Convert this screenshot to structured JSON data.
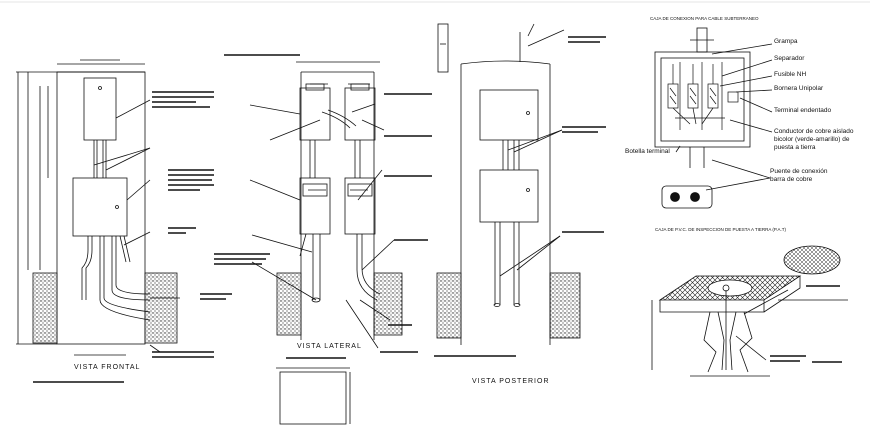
{
  "views": {
    "frontal": "VISTA FRONTAL",
    "lateral": "VISTA LATERAL",
    "posterior": "VISTA POSTERIOR"
  },
  "connection_box": {
    "title": "CAJA DE CONEXION PARA CABLE SUBTERRANEO",
    "labels": {
      "grampa": "Grampa",
      "separador": "Separador",
      "fusible": "Fusible NH",
      "bornera": "Bornera Unipolar",
      "terminal": "Terminal endentado",
      "conductor_1": "Conductor de cobre aislado",
      "conductor_2": "bicolor (verde-amarillo) de",
      "conductor_3": "puesta a tierra",
      "botella": "Botella terminal",
      "puente_1": "Puente de conexión",
      "puente_2": "barra de cobre"
    }
  },
  "inspection_box": {
    "title": "CAJA DE P.V.C. DE INSPECCION DE PUESTA A TIERRA (P.A.T)"
  },
  "colors": {
    "line": "#111111",
    "hatch": "#222222",
    "background": "#ffffff"
  }
}
